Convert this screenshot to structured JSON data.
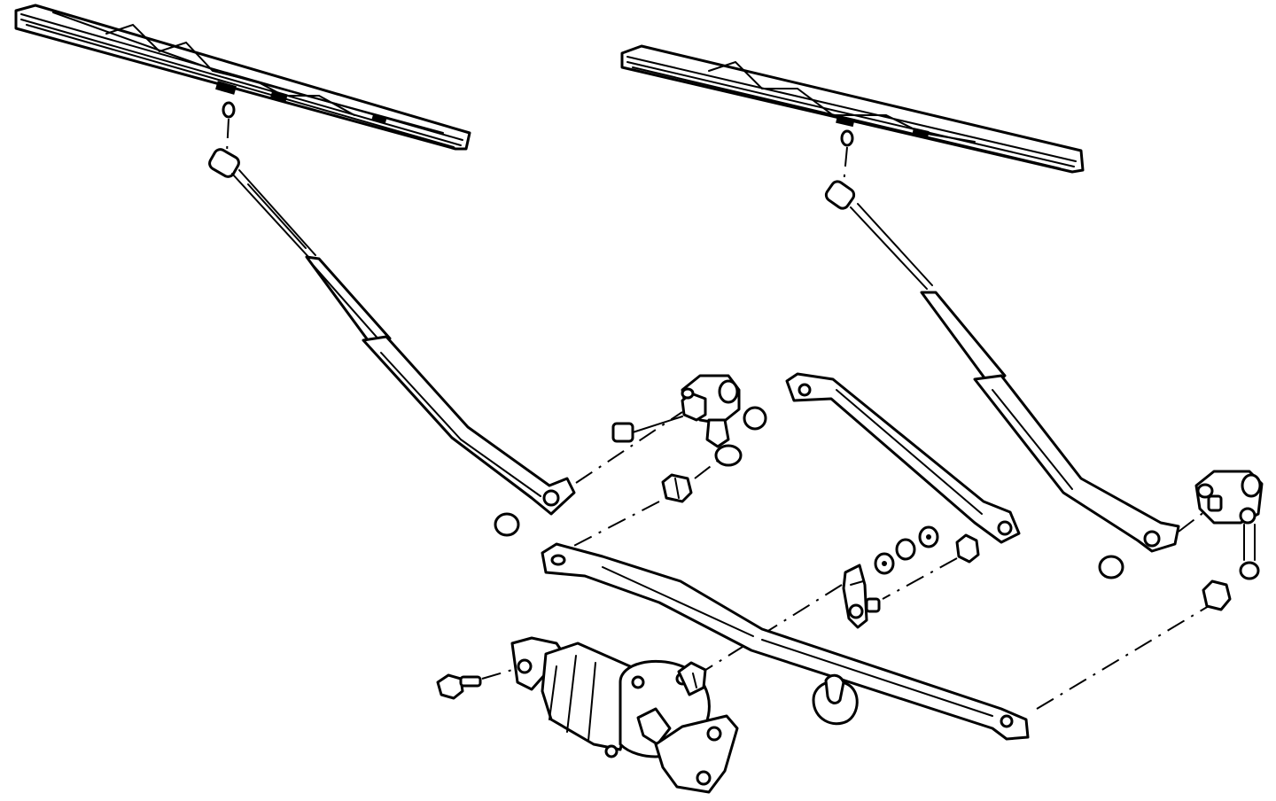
{
  "diagram": {
    "type": "exploded-parts-diagram",
    "background": "#ffffff",
    "line_color": "#000000",
    "labels": [],
    "parts": [
      "left-wiper-blade",
      "left-wiper-arm",
      "right-wiper-blade",
      "right-wiper-arm",
      "left-wiper-pivot",
      "right-wiper-pivot",
      "short-linkage-rod",
      "long-linkage-rod",
      "wiper-motor",
      "motor-crank",
      "motor-mounting-bolt",
      "pivot-caps",
      "pivot-nuts",
      "washers",
      "grommet"
    ]
  }
}
